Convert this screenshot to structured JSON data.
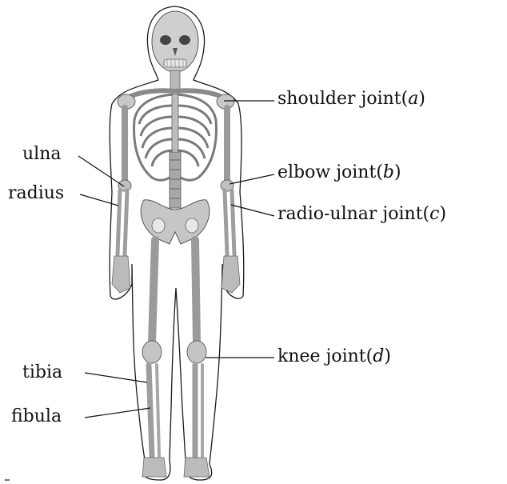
{
  "labels": {
    "shoulder": {
      "text": "shoulder joint(",
      "letter": "a",
      "close": ")"
    },
    "elbow": {
      "text": "elbow joint(",
      "letter": "b",
      "close": ")"
    },
    "radio_ulnar": {
      "text": "radio-ulnar joint(",
      "letter": "c",
      "close": ")"
    },
    "knee": {
      "text": "knee joint(",
      "letter": "d",
      "close": ")"
    },
    "ulna": "ulna",
    "radius": "radius",
    "tibia": "tibia",
    "fibula": "fibula"
  }
}
